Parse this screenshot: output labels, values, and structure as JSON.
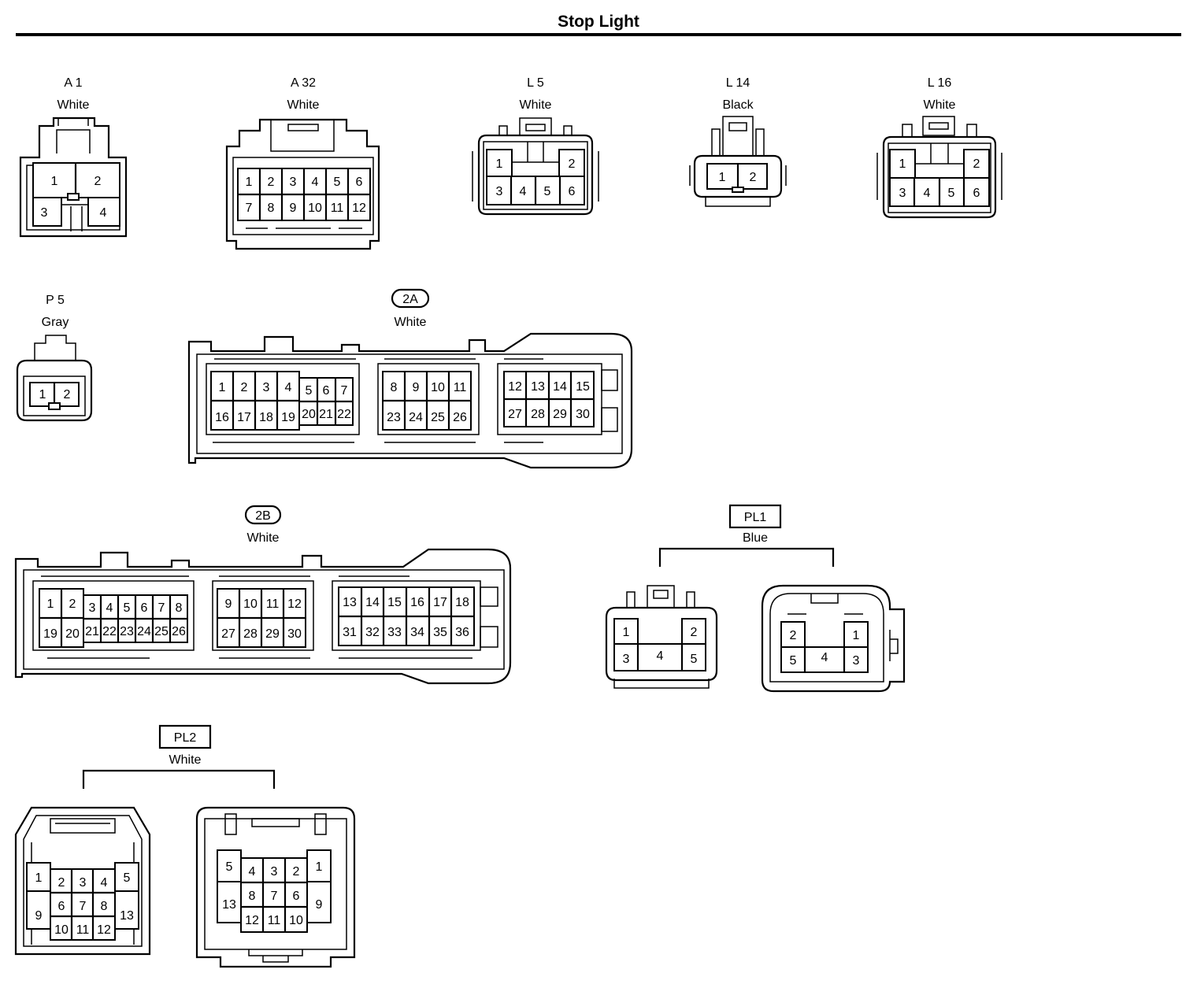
{
  "title": "Stop Light",
  "connectors": [
    {
      "id": "A 1",
      "color": "White",
      "pins": [
        "1",
        "2",
        "3",
        "4"
      ]
    },
    {
      "id": "A 32",
      "color": "White",
      "pins": [
        "1",
        "2",
        "3",
        "4",
        "5",
        "6",
        "7",
        "8",
        "9",
        "10",
        "11",
        "12"
      ]
    },
    {
      "id": "L 5",
      "color": "White",
      "pins": [
        "1",
        "2",
        "3",
        "4",
        "5",
        "6"
      ]
    },
    {
      "id": "L 14",
      "color": "Black",
      "pins": [
        "1",
        "2"
      ]
    },
    {
      "id": "L 16",
      "color": "White",
      "pins": [
        "1",
        "2",
        "3",
        "4",
        "5",
        "6"
      ]
    },
    {
      "id": "P 5",
      "color": "Gray",
      "pins": [
        "1",
        "2"
      ]
    },
    {
      "id": "2A",
      "color": "White",
      "pins": [
        "1",
        "2",
        "3",
        "4",
        "5",
        "6",
        "7",
        "8",
        "9",
        "10",
        "11",
        "12",
        "13",
        "14",
        "15",
        "16",
        "17",
        "18",
        "19",
        "20",
        "21",
        "22",
        "23",
        "24",
        "25",
        "26",
        "27",
        "28",
        "29",
        "30"
      ]
    },
    {
      "id": "2B",
      "color": "White",
      "pins": [
        "1",
        "2",
        "3",
        "4",
        "5",
        "6",
        "7",
        "8",
        "9",
        "10",
        "11",
        "12",
        "13",
        "14",
        "15",
        "16",
        "17",
        "18",
        "19",
        "20",
        "21",
        "22",
        "23",
        "24",
        "25",
        "26",
        "27",
        "28",
        "29",
        "30",
        "31",
        "32",
        "33",
        "34",
        "35",
        "36"
      ]
    },
    {
      "id": "PL1",
      "color": "Blue",
      "pins": [
        "1",
        "2",
        "3",
        "4",
        "5"
      ]
    },
    {
      "id": "PL2",
      "color": "White",
      "pins": [
        "1",
        "2",
        "3",
        "4",
        "5",
        "6",
        "7",
        "8",
        "9",
        "10",
        "11",
        "12",
        "13"
      ]
    }
  ]
}
